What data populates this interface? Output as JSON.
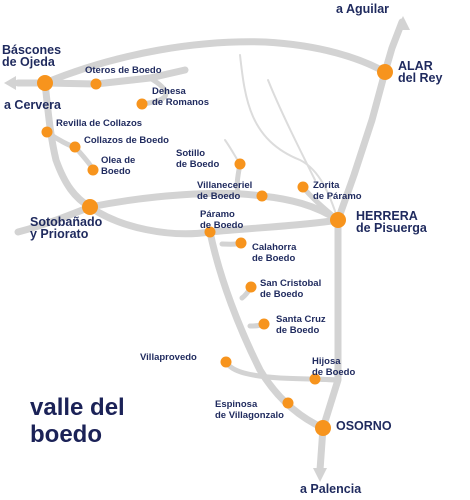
{
  "map": {
    "title_line1": "valle del",
    "title_line2": "boedo",
    "colors": {
      "road": "#d3d3d3",
      "marker": "#f7941d",
      "text": "#1f2a5e"
    },
    "directions": {
      "aguilar": "a Aguilar",
      "cervera": "a Cervera",
      "palencia": "a Palencia"
    },
    "towns": {
      "bascones_1": "Báscones",
      "bascones_2": "de Ojeda",
      "oteros": "Oteros de Boedo",
      "dehesa_1": "Dehesa",
      "dehesa_2": "de Romanos",
      "alar_1": "ALAR",
      "alar_2": "del Rey",
      "revilla": "Revilla de Collazos",
      "collazos": "Collazos de Boedo",
      "olea_1": "Olea de",
      "olea_2": "Boedo",
      "sotillo_1": "Sotillo",
      "sotillo_2": "de Boedo",
      "villaneceriel_1": "Villaneceriel",
      "villaneceriel_2": "de Boedo",
      "zorita_1": "Zorita",
      "zorita_2": "de Páramo",
      "sotobanado_1": "Sotobañado",
      "sotobanado_2": "y Priorato",
      "herrera_1": "HERRERA",
      "herrera_2": "de Pisuerga",
      "paramo_1": "Páramo",
      "paramo_2": "de Boedo",
      "calahorra_1": "Calahorra",
      "calahorra_2": "de Boedo",
      "sancristobal_1": "San Cristobal",
      "sancristobal_2": "de Boedo",
      "santacruz_1": "Santa Cruz",
      "santacruz_2": "de Boedo",
      "villaprovedo": "Villaprovedo",
      "hijosa_1": "Hijosa",
      "hijosa_2": "de Boedo",
      "espinosa_1": "Espinosa",
      "espinosa_2": "de Villagonzalo",
      "osorno": "OSORNO"
    }
  }
}
